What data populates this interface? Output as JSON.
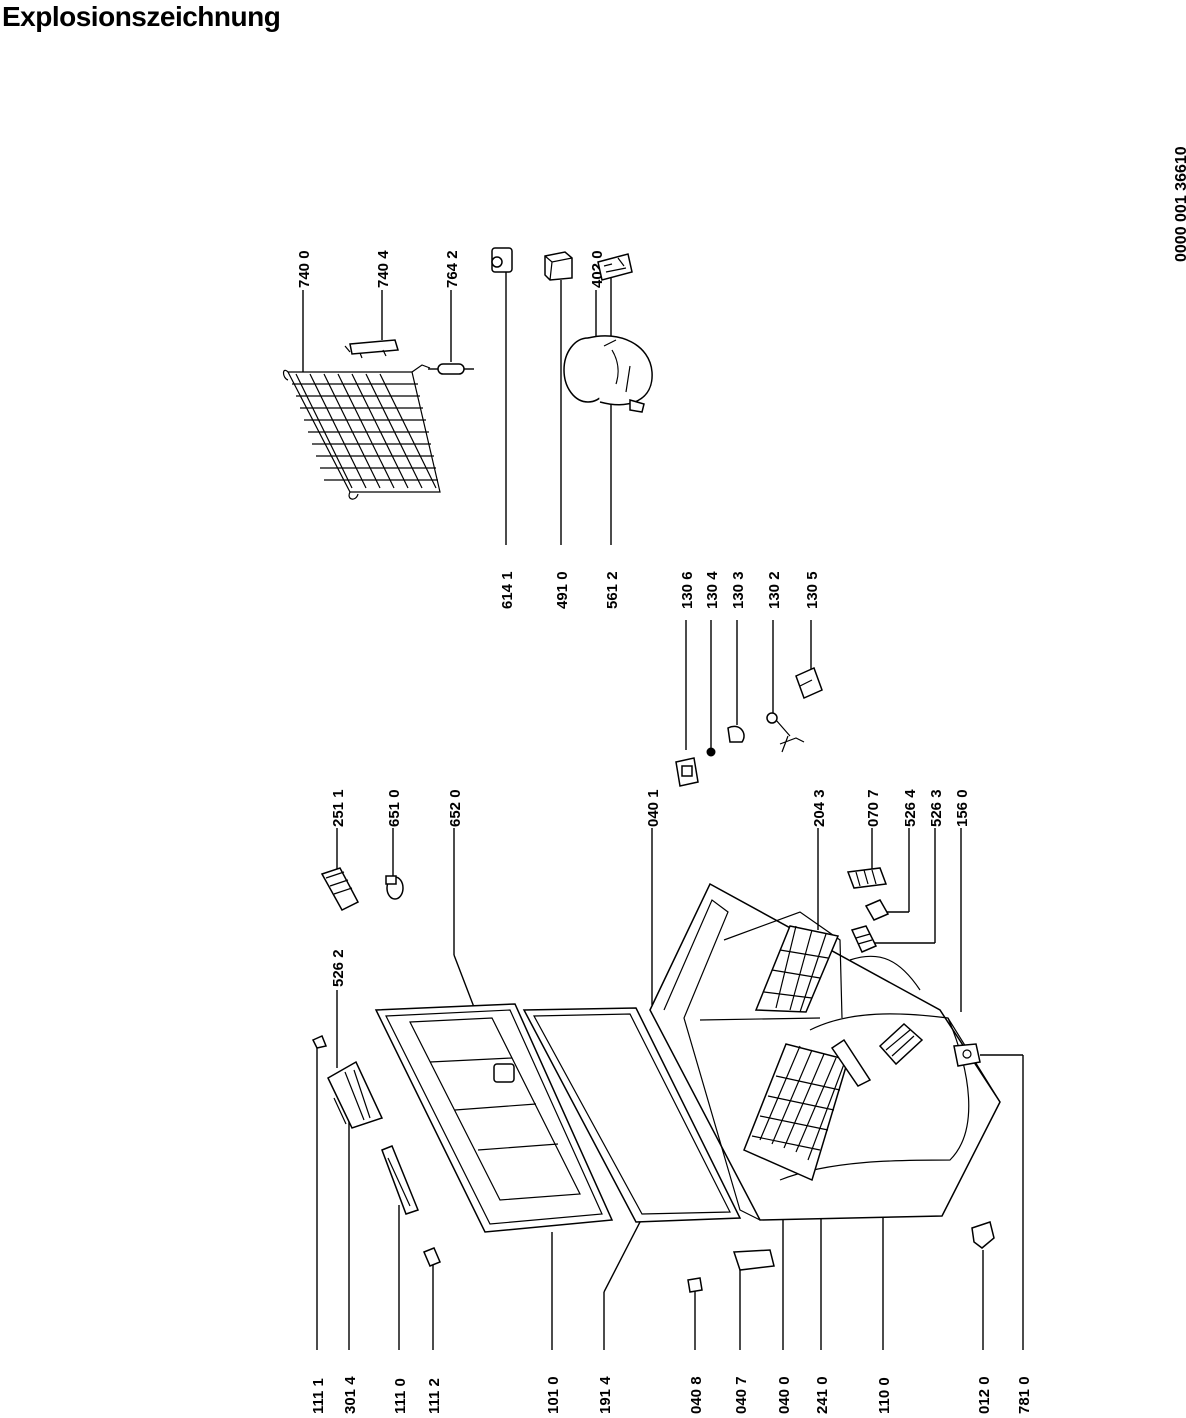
{
  "title": "Explosionszeichnung",
  "doc_number": "0000 001 36610",
  "labels": {
    "l7400": "740 0",
    "l7404": "740 4",
    "l7642": "764 2",
    "l4020": "402 0",
    "l6141": "614 1",
    "l4910": "491 0",
    "l5612": "561 2",
    "l1306": "130 6",
    "l1304": "130 4",
    "l1303": "130 3",
    "l1302": "130 2",
    "l1305": "130 5",
    "l5262": "526 2",
    "l2511": "251 1",
    "l6510": "651 0",
    "l6520": "652 0",
    "l0401": "040 1",
    "l2043": "204 3",
    "l0707": "070 7",
    "l5264": "526 4",
    "l5263": "526 3",
    "l1560": "156 0",
    "l1111": "111 1",
    "l3014": "301 4",
    "l1110": "111 0",
    "l1112": "111 2",
    "l1010": "101 0",
    "l1914": "191 4",
    "l0408": "040 8",
    "l0407": "040 7",
    "l0400": "040 0",
    "l2410": "241 0",
    "l1100": "110 0",
    "l0120": "012 0",
    "l7810": "781 0"
  }
}
